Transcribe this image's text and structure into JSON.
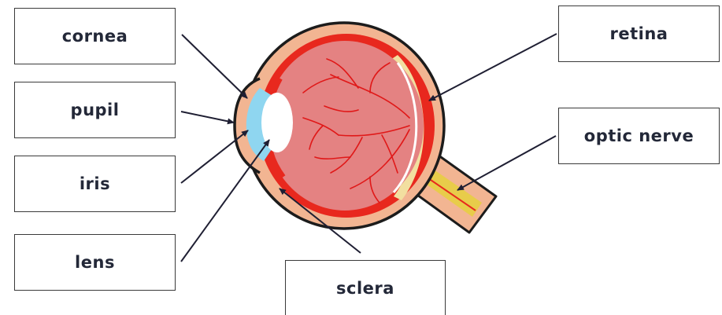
{
  "labels": {
    "cornea": "cornea",
    "pupil": "pupil",
    "iris": "iris",
    "lens": "lens",
    "sclera": "sclera",
    "retina": "retina",
    "optic_nerve": "optic nerve"
  },
  "colors": {
    "outline": "#1c1c1c",
    "sclera_skin": "#f2b592",
    "choroid_red": "#e8281e",
    "vitreous": "#e48282",
    "vessel": "#e01818",
    "retina_yellow": "#f2dfa0",
    "nerve_yellow": "#e8cc4a",
    "iris_blue": "#8fd6f0",
    "arrow": "#1f1f33"
  }
}
